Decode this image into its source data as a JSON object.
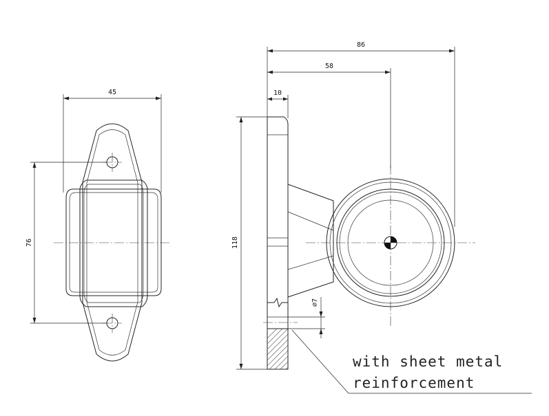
{
  "dimensions": {
    "front_width": "45",
    "front_hole_spacing": "76",
    "side_overall_length": "86",
    "side_lens_center": "58",
    "side_plate_thickness": "10",
    "side_height": "118",
    "hole_diameter": "⌀7"
  },
  "note": {
    "line1": "with sheet metal",
    "line2": "reinforcement"
  }
}
